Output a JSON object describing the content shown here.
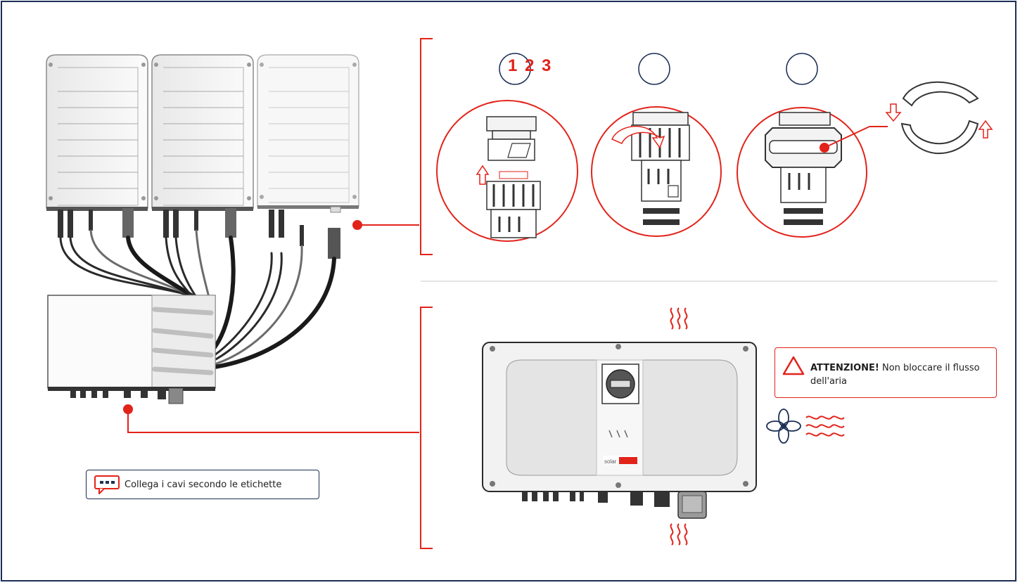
{
  "steps_label": "1 2 3",
  "callouts": {
    "cables": "Collega i cavi secondo le etichette",
    "warning_title": "ATTENZIONE!",
    "warning_text": "Non bloccare il flusso dell'aria"
  },
  "device_brand": "solar",
  "colors": {
    "accent_red": "#e2231a",
    "frame_navy": "#1d2f55",
    "line_gray": "#6b6b6b",
    "panel_light": "#f4f4f4"
  },
  "icons": [
    "speech-bubble-icon",
    "warning-triangle-icon",
    "fan-icon",
    "airflow-waves-icon",
    "heat-waves-icon"
  ]
}
